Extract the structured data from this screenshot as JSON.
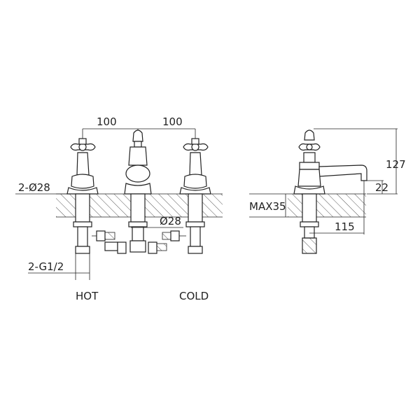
{
  "dimensions": {
    "spacing_left": "100",
    "spacing_right": "100",
    "hole_diameter": "2-Ø28",
    "inlet_thread": "2-G1/2",
    "center_diameter": "Ø28",
    "max_thickness": "MAX35",
    "overall_height": "127",
    "spout_height": "22",
    "spout_reach": "115"
  },
  "labels": {
    "hot": "HOT",
    "cold": "COLD"
  }
}
